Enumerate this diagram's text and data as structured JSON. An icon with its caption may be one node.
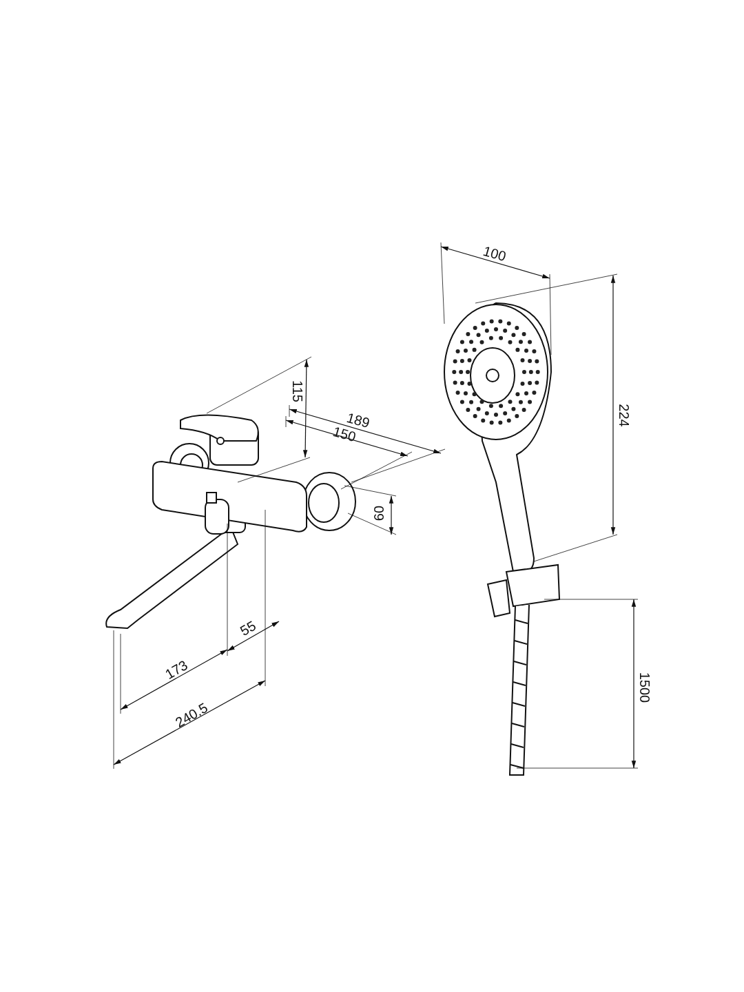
{
  "diagram": {
    "labels": [
      "100",
      "224",
      "115",
      "189",
      "150",
      "60",
      "55",
      "173",
      "240.5",
      "1500"
    ]
  }
}
